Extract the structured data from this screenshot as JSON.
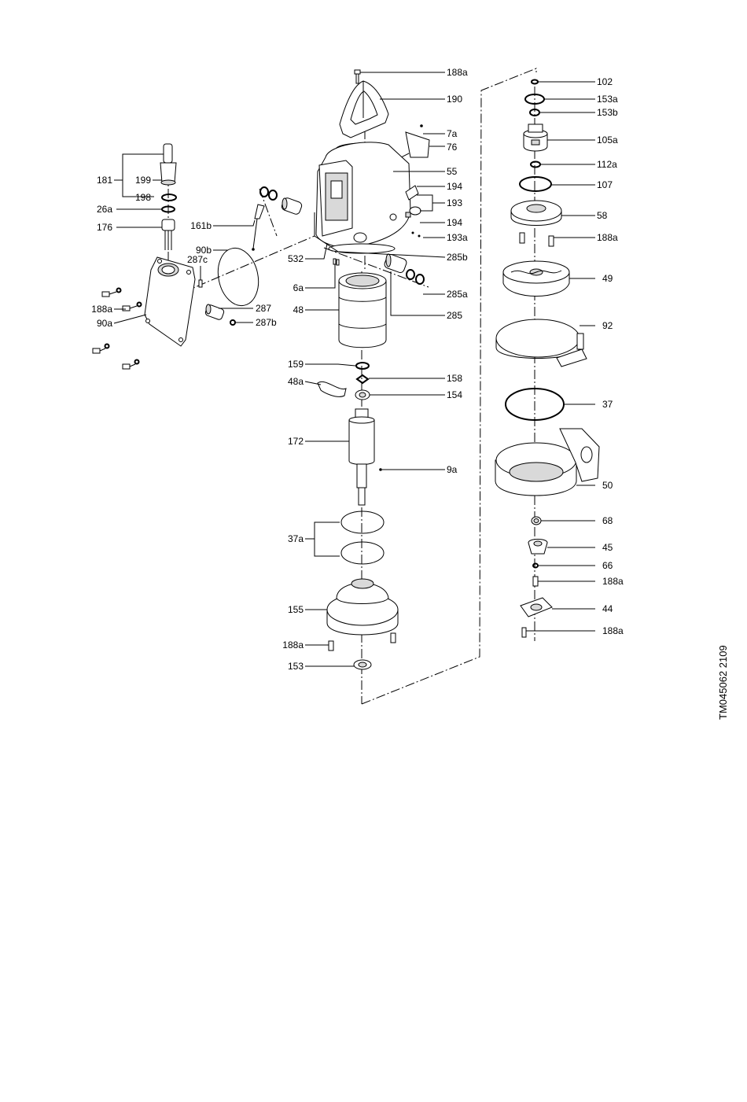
{
  "document_code": "TM045062 2109",
  "labels": {
    "l188a_top": "188a",
    "l190": "190",
    "l7a": "7a",
    "l76": "76",
    "l55": "55",
    "l194_a": "194",
    "l193": "193",
    "l194_b": "194",
    "l193a": "193a",
    "l285b": "285b",
    "l532": "532",
    "l6a": "6a",
    "l285a": "285a",
    "l48": "48",
    "l285": "285",
    "l181": "181",
    "l199": "199",
    "l198": "198",
    "l26a": "26a",
    "l176": "176",
    "l161b": "161b",
    "l90b": "90b",
    "l287c": "287c",
    "l188a_left": "188a",
    "l90a": "90a",
    "l287": "287",
    "l287b": "287b",
    "l159": "159",
    "l158": "158",
    "l48a": "48a",
    "l154": "154",
    "l172": "172",
    "l9a": "9a",
    "l37a": "37a",
    "l155": "155",
    "l188a_bot": "188a",
    "l153": "153",
    "l102": "102",
    "l153a": "153a",
    "l153b": "153b",
    "l105a": "105a",
    "l112a": "112a",
    "l107": "107",
    "l58": "58",
    "l188a_r1": "188a",
    "l49": "49",
    "l92": "92",
    "l37": "37",
    "l50": "50",
    "l68": "68",
    "l45": "45",
    "l66": "66",
    "l188a_r2": "188a",
    "l44": "44",
    "l188a_r3": "188a"
  }
}
